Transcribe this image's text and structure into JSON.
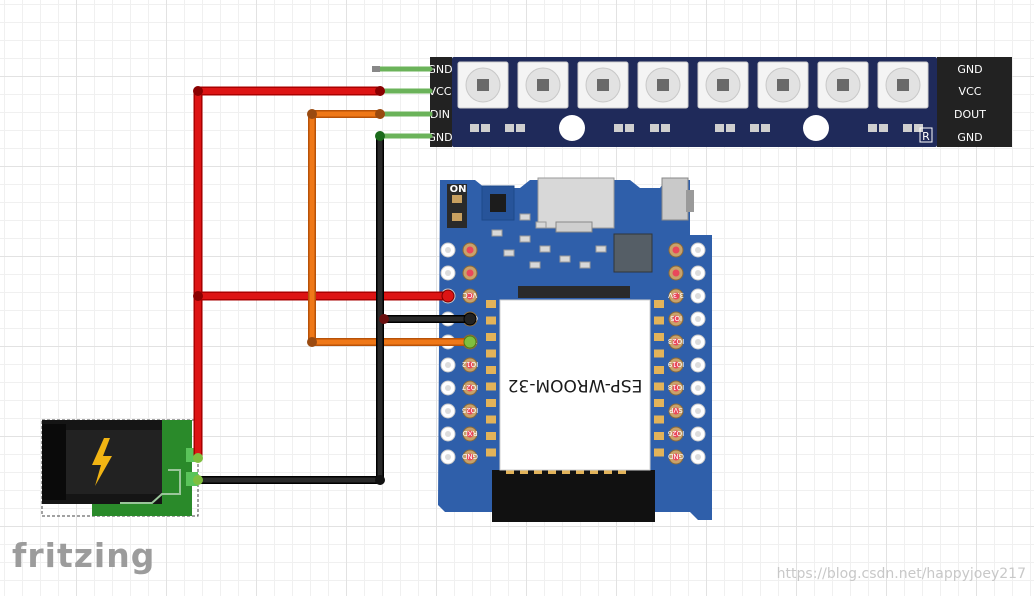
{
  "brand": "fritzing",
  "watermark": "https://blog.csdn.net/happyjoey217",
  "led_strip": {
    "left_pins": [
      "GND",
      "VCC",
      "DIN",
      "GND"
    ],
    "right_pins": [
      "GND",
      "VCC",
      "DOUT",
      "GND"
    ],
    "marker": "R"
  },
  "esp32": {
    "module_label": "ESP-WROOM-32",
    "switch_label": "ON",
    "left_pin_labels": [
      "VCC",
      "GND",
      "TX1",
      "IO12",
      "IO27",
      "IO25",
      "RXD",
      "GND"
    ],
    "right_pin_labels": [
      "3.3V",
      "IO5",
      "IO23",
      "IO19",
      "IO18",
      "SVP",
      "IO26",
      "GND"
    ]
  },
  "colors": {
    "wire_red": "#cc1111",
    "wire_orange": "#e36b0f",
    "wire_black": "#1a1a1a",
    "wire_green": "#5aa84a",
    "board_blue": "#2f5faa",
    "strip_navy": "#1f2a5a",
    "pcb_green": "#2a8a2a"
  }
}
